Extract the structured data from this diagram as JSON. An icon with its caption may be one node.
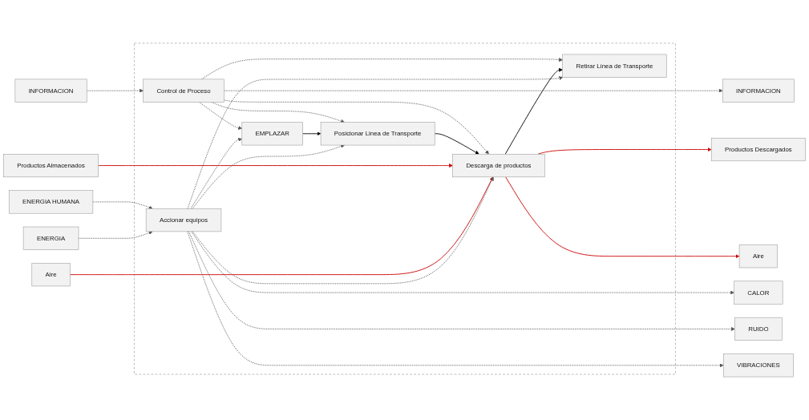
{
  "diagram": {
    "nodes": [
      {
        "text": [],
        "shape": "box"
      },
      {
        "text": [
          "INFORMACION"
        ]
      },
      {
        "text": [
          "Control de Proceso"
        ],
        "in": 0
      },
      {
        "text": [
          "INFORMACION"
        ]
      },
      {
        "text": [
          "EMPLAZAR"
        ],
        "in": 0
      },
      {
        "text": [
          "Posicionar Linea de Transporte"
        ],
        "in": 0
      },
      {
        "text": [
          "Productos Almacenados"
        ]
      },
      {
        "text": [
          "Descarga de productos"
        ],
        "in": 0
      },
      {
        "text": [
          "Productos Descargados"
        ]
      },
      {
        "text": [
          "Aire"
        ]
      },
      {
        "text": [
          "Aire"
        ]
      },
      {
        "text": [
          "Retirar Línea de Transporte"
        ],
        "in": 0
      },
      {
        "text": [
          "ENERGIA HUMANA"
        ]
      },
      {
        "text": [
          "ENERGIA"
        ]
      },
      {
        "text": [
          "Accionar equipos"
        ],
        "in": 0
      },
      {
        "text": [
          "CALOR"
        ]
      },
      {
        "text": [
          "RUIDO"
        ]
      },
      {
        "text": [
          "VIBRACIONES"
        ]
      }
    ],
    "edges": [
      {
        "from": 1,
        "to": 2,
        "arrow": "to",
        "style": "dashed"
      },
      {
        "from": 2,
        "to": 3,
        "arrow": "to",
        "style": "dashed"
      },
      {
        "from": 2,
        "to": 4,
        "arrow": "to",
        "style": "dashed"
      },
      {
        "from": 2,
        "to": 5,
        "arrow": "to",
        "style": "dashed"
      },
      {
        "from": 2,
        "to": 7,
        "arrow": "to",
        "style": "dashed"
      },
      {
        "from": 2,
        "to": 11,
        "arrow": "to",
        "style": "dashed"
      },
      {
        "from": 4,
        "to": 5,
        "arrow": "to",
        "color": "#000000"
      },
      {
        "from": 5,
        "to": 7,
        "arrow": "to",
        "color": "#000000"
      },
      {
        "from": 7,
        "to": 11,
        "arrow": "to",
        "color": "#000000"
      },
      {
        "from": 6,
        "to": 7,
        "arrow": "to",
        "color": "#cc0000"
      },
      {
        "from": 9,
        "to": 7,
        "arrow": "to",
        "color": "#cc0000"
      },
      {
        "from": 7,
        "to": 8,
        "arrow": "to",
        "color": "#cc0000"
      },
      {
        "from": 7,
        "to": 10,
        "arrow": "to",
        "color": "#cc0000"
      },
      {
        "from": 12,
        "to": 14,
        "arrow": "to",
        "style": "dashed"
      },
      {
        "from": 13,
        "to": 14,
        "arrow": "to",
        "style": "dashed"
      },
      {
        "from": 14,
        "to": 4,
        "arrow": "to",
        "style": "dashed"
      },
      {
        "from": 14,
        "to": 5,
        "arrow": "to",
        "style": "dashed"
      },
      {
        "from": 14,
        "to": 7,
        "arrow": "to",
        "style": "dashed"
      },
      {
        "from": 14,
        "to": 11,
        "arrow": "to",
        "style": "dashed"
      },
      {
        "from": 14,
        "to": 15,
        "arrow": "to",
        "style": "dashed"
      },
      {
        "from": 14,
        "to": 16,
        "arrow": "to",
        "style": "dashed"
      },
      {
        "from": 14,
        "to": 17,
        "arrow": "to",
        "style": "dashed"
      }
    ]
  }
}
